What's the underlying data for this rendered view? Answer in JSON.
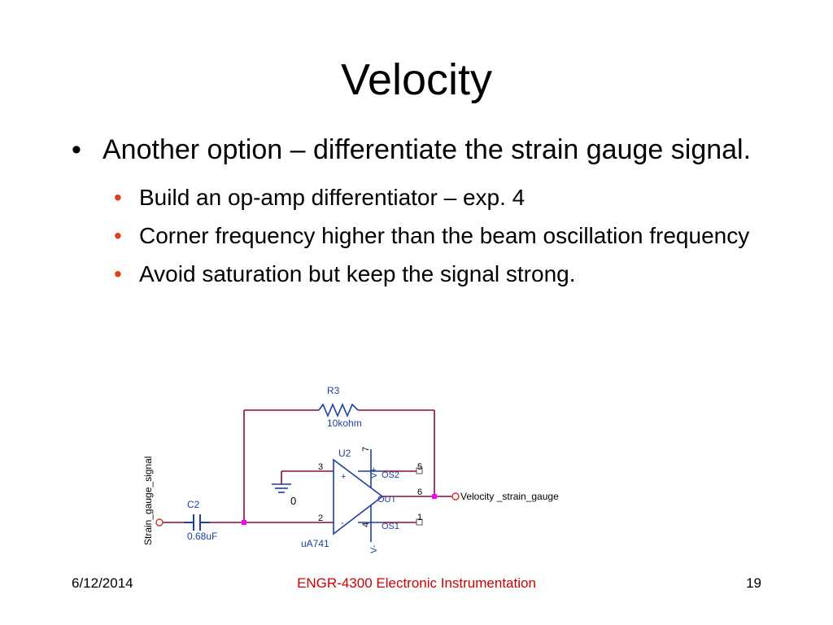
{
  "slide": {
    "title": "Velocity",
    "bullets": [
      {
        "text": "Another option – differentiate the strain gauge signal.",
        "sub": [
          "Build an op-amp differentiator – exp. 4",
          "Corner frequency higher than the beam oscillation frequency",
          "Avoid saturation but keep the signal strong."
        ]
      }
    ],
    "bullet_glyph": "•"
  },
  "circuit": {
    "r3_name": "R3",
    "r3_value": "10kohm",
    "c2_name": "C2",
    "c2_value": "0.68uF",
    "u2_name": "U2",
    "u2_part": "uA741",
    "input_label": "Strain_gauge_signal",
    "output_label": "Velocity _strain_gauge",
    "ground_label": "0",
    "pin_3": "3",
    "pin_2": "2",
    "pin_7": "7",
    "pin_4": "4",
    "pin_5": "5",
    "pin_6": "6",
    "pin_1": "1",
    "plus_sign": "+",
    "minus_sign": "-",
    "vplus": "V+",
    "vminus": "V-",
    "os2": "OS2",
    "os1": "OS1",
    "out": "OUT",
    "colors": {
      "wire": "#8b0a3c",
      "part": "#1f3fa0",
      "text": "#1f3fa0",
      "junction": "#ff00ff"
    }
  },
  "footer": {
    "date": "6/12/2014",
    "course": "ENGR-4300  Electronic Instrumentation",
    "page": "19"
  }
}
